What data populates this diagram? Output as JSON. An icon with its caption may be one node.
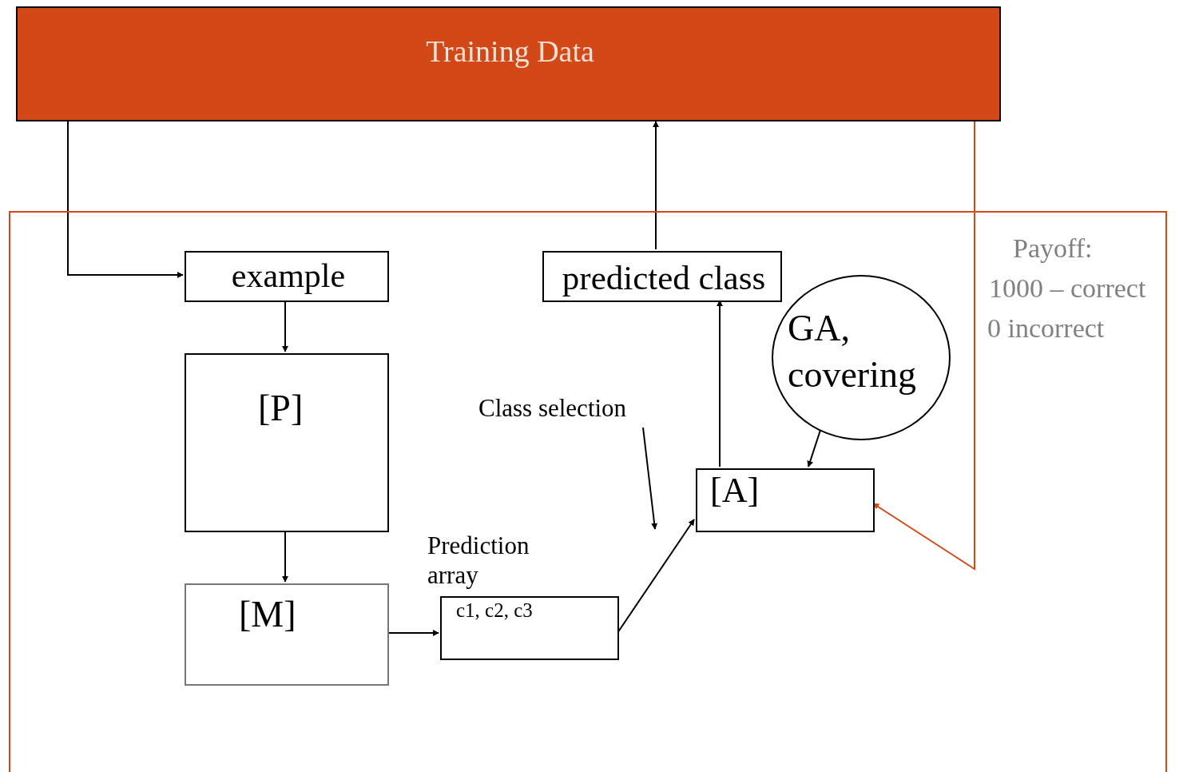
{
  "diagram": {
    "nodes": [
      {
        "text": [
          "Training Data"
        ]
      },
      {
        "text": [],
        "shape": "box"
      },
      {
        "text": [
          "example"
        ],
        "in": 1
      },
      {
        "text": [
          "[P]"
        ],
        "in": 1
      },
      {
        "text": [
          "[M]"
        ],
        "in": 1
      },
      {
        "text": [
          "c1, c2, c3"
        ],
        "beside": [
          "Prediction array"
        ],
        "in": 1
      },
      {
        "text": [
          "predicted class"
        ],
        "in": 1
      },
      {
        "text": [
          "GA, covering"
        ],
        "in": 1
      },
      {
        "text": [
          "[A]"
        ],
        "in": 1
      },
      {
        "text": [
          "Class selection"
        ],
        "in": 1
      }
    ],
    "edges": [
      {
        "from": 0,
        "to": 2,
        "arrow": "to"
      },
      {
        "from": 2,
        "to": 3,
        "arrow": "to"
      },
      {
        "from": 3,
        "to": 4,
        "arrow": "to"
      },
      {
        "from": 4,
        "to": 5,
        "arrow": "to"
      },
      {
        "from": 5,
        "to": 8,
        "arrow": "to"
      },
      {
        "from": 8,
        "to": 6,
        "arrow": "to"
      },
      {
        "from": 6,
        "to": 0,
        "arrow": "to"
      },
      {
        "from": 7,
        "to": 8,
        "arrow": "to"
      },
      {
        "from": 9,
        "to": null,
        "arrow": "to"
      },
      {
        "from": 0,
        "to": 8,
        "arrow": "to",
        "color": "#d34817"
      }
    ],
    "labels": [
      "Payoff:",
      "1000 – correct",
      "0 incorrect"
    ]
  }
}
